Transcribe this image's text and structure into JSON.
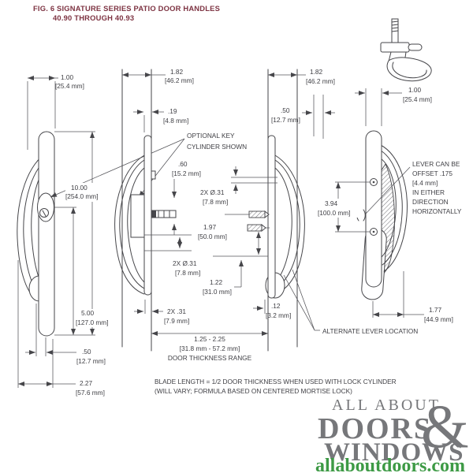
{
  "title": {
    "line1": "FIG. 6  SIGNATURE SERIES PATIO DOOR HANDLES",
    "line2": "40.90 THROUGH 40.93"
  },
  "colors": {
    "title_maroon": "#7d3342",
    "drawing_line": "#46464a",
    "logo_gray": "#76777a",
    "logo_green": "#3d9a45"
  },
  "dims": {
    "fig1_plate_width": {
      "v": "1.00",
      "mm": "[25.4 mm]"
    },
    "fig1_height": {
      "v": "10.00",
      "mm": "[254.0 mm]"
    },
    "fig1_cyl_to_bottom": {
      "v": "5.00",
      "mm": "[127.0 mm]"
    },
    "fig1_offset": {
      "v": ".50",
      "mm": "[12.7 mm]"
    },
    "fig1_total_width": {
      "v": "2.27",
      "mm": "[57.6 mm]"
    },
    "fig2_projection": {
      "v": "1.82",
      "mm": "[46.2 mm]"
    },
    "fig2_plate_thick": {
      "v": ".19",
      "mm": "[4.8 mm]"
    },
    "fig2_spindle": {
      "v": ".60",
      "mm": "[15.2 mm]"
    },
    "fig2_holes": {
      "v": "2X  Ø.31",
      "mm": "[7.8 mm]"
    },
    "fig2_hole_offset": {
      "v": "2X  .31",
      "mm": "[7.9 mm]"
    },
    "fig3_projection": {
      "v": "1.82",
      "mm": "[46.2 mm]"
    },
    "fig3_holes": {
      "v": "2X  Ø.31",
      "mm": "[7.8 mm]"
    },
    "fig3_screw_span": {
      "v": "1.97",
      "mm": "[50.0 mm]"
    },
    "fig3_lower": {
      "v": "1.22",
      "mm": "[31.0 mm]"
    },
    "fig3_gap": {
      "v": ".12",
      "mm": "[3.2 mm]"
    },
    "door_range": {
      "v": "1.25 - 2.25",
      "mm": "[31.8 mm - 57.2 mm]",
      "label": "DOOR THICKNESS RANGE"
    },
    "fig4_plate_width": {
      "v": "1.00",
      "mm": "[25.4 mm]"
    },
    "fig4_offset": {
      "v": ".50",
      "mm": "[12.7 mm]"
    },
    "fig4_hole_span": {
      "v": "3.94",
      "mm": "[100.0 mm]"
    },
    "fig4_lever_width": {
      "v": "1.77",
      "mm": "[44.9 mm]"
    }
  },
  "callouts": {
    "optional_key": [
      "OPTIONAL KEY",
      "CYLINDER SHOWN"
    ],
    "lever_offset": [
      "LEVER CAN BE",
      "OFFSET .175",
      "[4.4 mm]",
      "IN EITHER",
      "DIRECTION",
      "HORIZONTALLY"
    ],
    "alternate_lever": "ALTERNATE LEVER LOCATION"
  },
  "note": {
    "line1": "BLADE LENGTH = 1/2 DOOR THICKNESS WHEN USED WITH LOCK CYLINDER",
    "line2": "(WILL VARY; FORMULA BASED ON CENTERED MORTISE LOCK)"
  },
  "logo": {
    "line1": "ALL ABOUT",
    "word1": "DOORS",
    "amp": "&",
    "word2": "WINDOWS",
    "url": "allaboutdoors.com"
  }
}
